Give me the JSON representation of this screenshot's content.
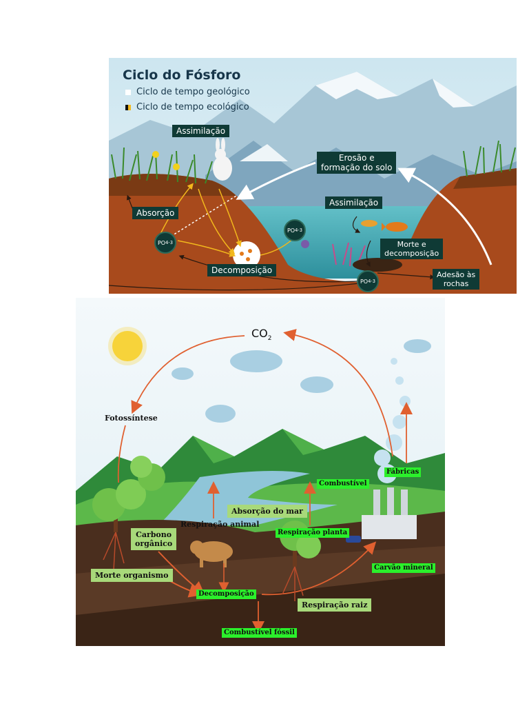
{
  "phosphorus": {
    "title": "Ciclo do Fósforo",
    "legend": [
      {
        "label": "Ciclo de tempo geológico",
        "color": "#ffffff"
      },
      {
        "label": "Ciclo de tempo ecológico",
        "color": "#f2b81c"
      }
    ],
    "labels": {
      "assimilacao_land": "Assimilação",
      "erosao": "Erosão e\nformação do solo",
      "absorcao": "Absorção",
      "assimilacao_water": "Assimilação",
      "decomposicao": "Decomposição",
      "morte": "Morte e\ndecomposição",
      "adesao": "Adesão às\nrochas"
    },
    "phosphate": {
      "base": "PO",
      "sub": "4",
      "sup": "-3"
    }
  },
  "carbon": {
    "co2": {
      "base": "CO",
      "sub": "2"
    },
    "labels": {
      "fotossintese": "Fotossíntese",
      "fabricas": "Fábricas",
      "combustivel": "Combustível",
      "absorcao_mar": "Absorção do mar",
      "respiracao_animal": "Respiração animal",
      "respiracao_planta": "Respiração planta",
      "carbono_organico": "Carbono\norgânico",
      "carvao_mineral": "Carvão mineral",
      "morte_organismo": "Morte organismo",
      "decomposicao": "Decomposição",
      "respiracao_raiz": "Respiração raiz",
      "combustivel_fossil": "Combustível fóssil"
    }
  },
  "colors": {
    "sky_top": "#cde6f0",
    "soil": "#a84a1c",
    "dark_label": "#0f3a35",
    "arrow_orange": "#e06030",
    "highlight_green": "#2bf02b",
    "pale_green": "#a8d97a"
  }
}
